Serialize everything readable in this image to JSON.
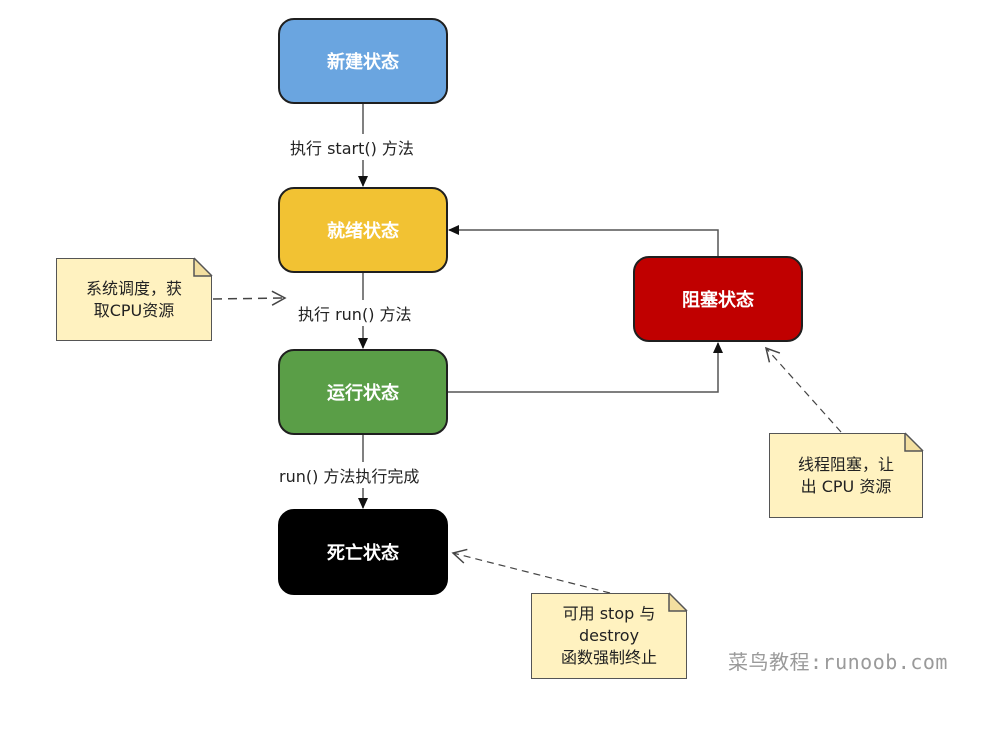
{
  "states": {
    "new": "新建状态",
    "ready": "就绪状态",
    "running": "运行状态",
    "dead": "死亡状态",
    "blocked": "阻塞状态"
  },
  "edge_labels": {
    "new_to_ready": "执行 start() 方法",
    "ready_to_running": "执行 run() 方法",
    "running_to_dead": "run() 方法执行完成"
  },
  "notes": {
    "scheduling": [
      "系统调度，获",
      "取CPU资源"
    ],
    "blocking": [
      "线程阻塞，让",
      "出 CPU 资源"
    ],
    "stop_destroy": [
      "可用 stop 与",
      "destroy",
      "函数强制终止"
    ]
  },
  "watermark": "菜鸟教程:runoob.com",
  "colors": {
    "new": "#6aa5e0",
    "ready": "#f2c233",
    "running": "#5a9e47",
    "dead": "#000000",
    "blocked": "#c00000",
    "note_fill": "#fff2c0"
  }
}
